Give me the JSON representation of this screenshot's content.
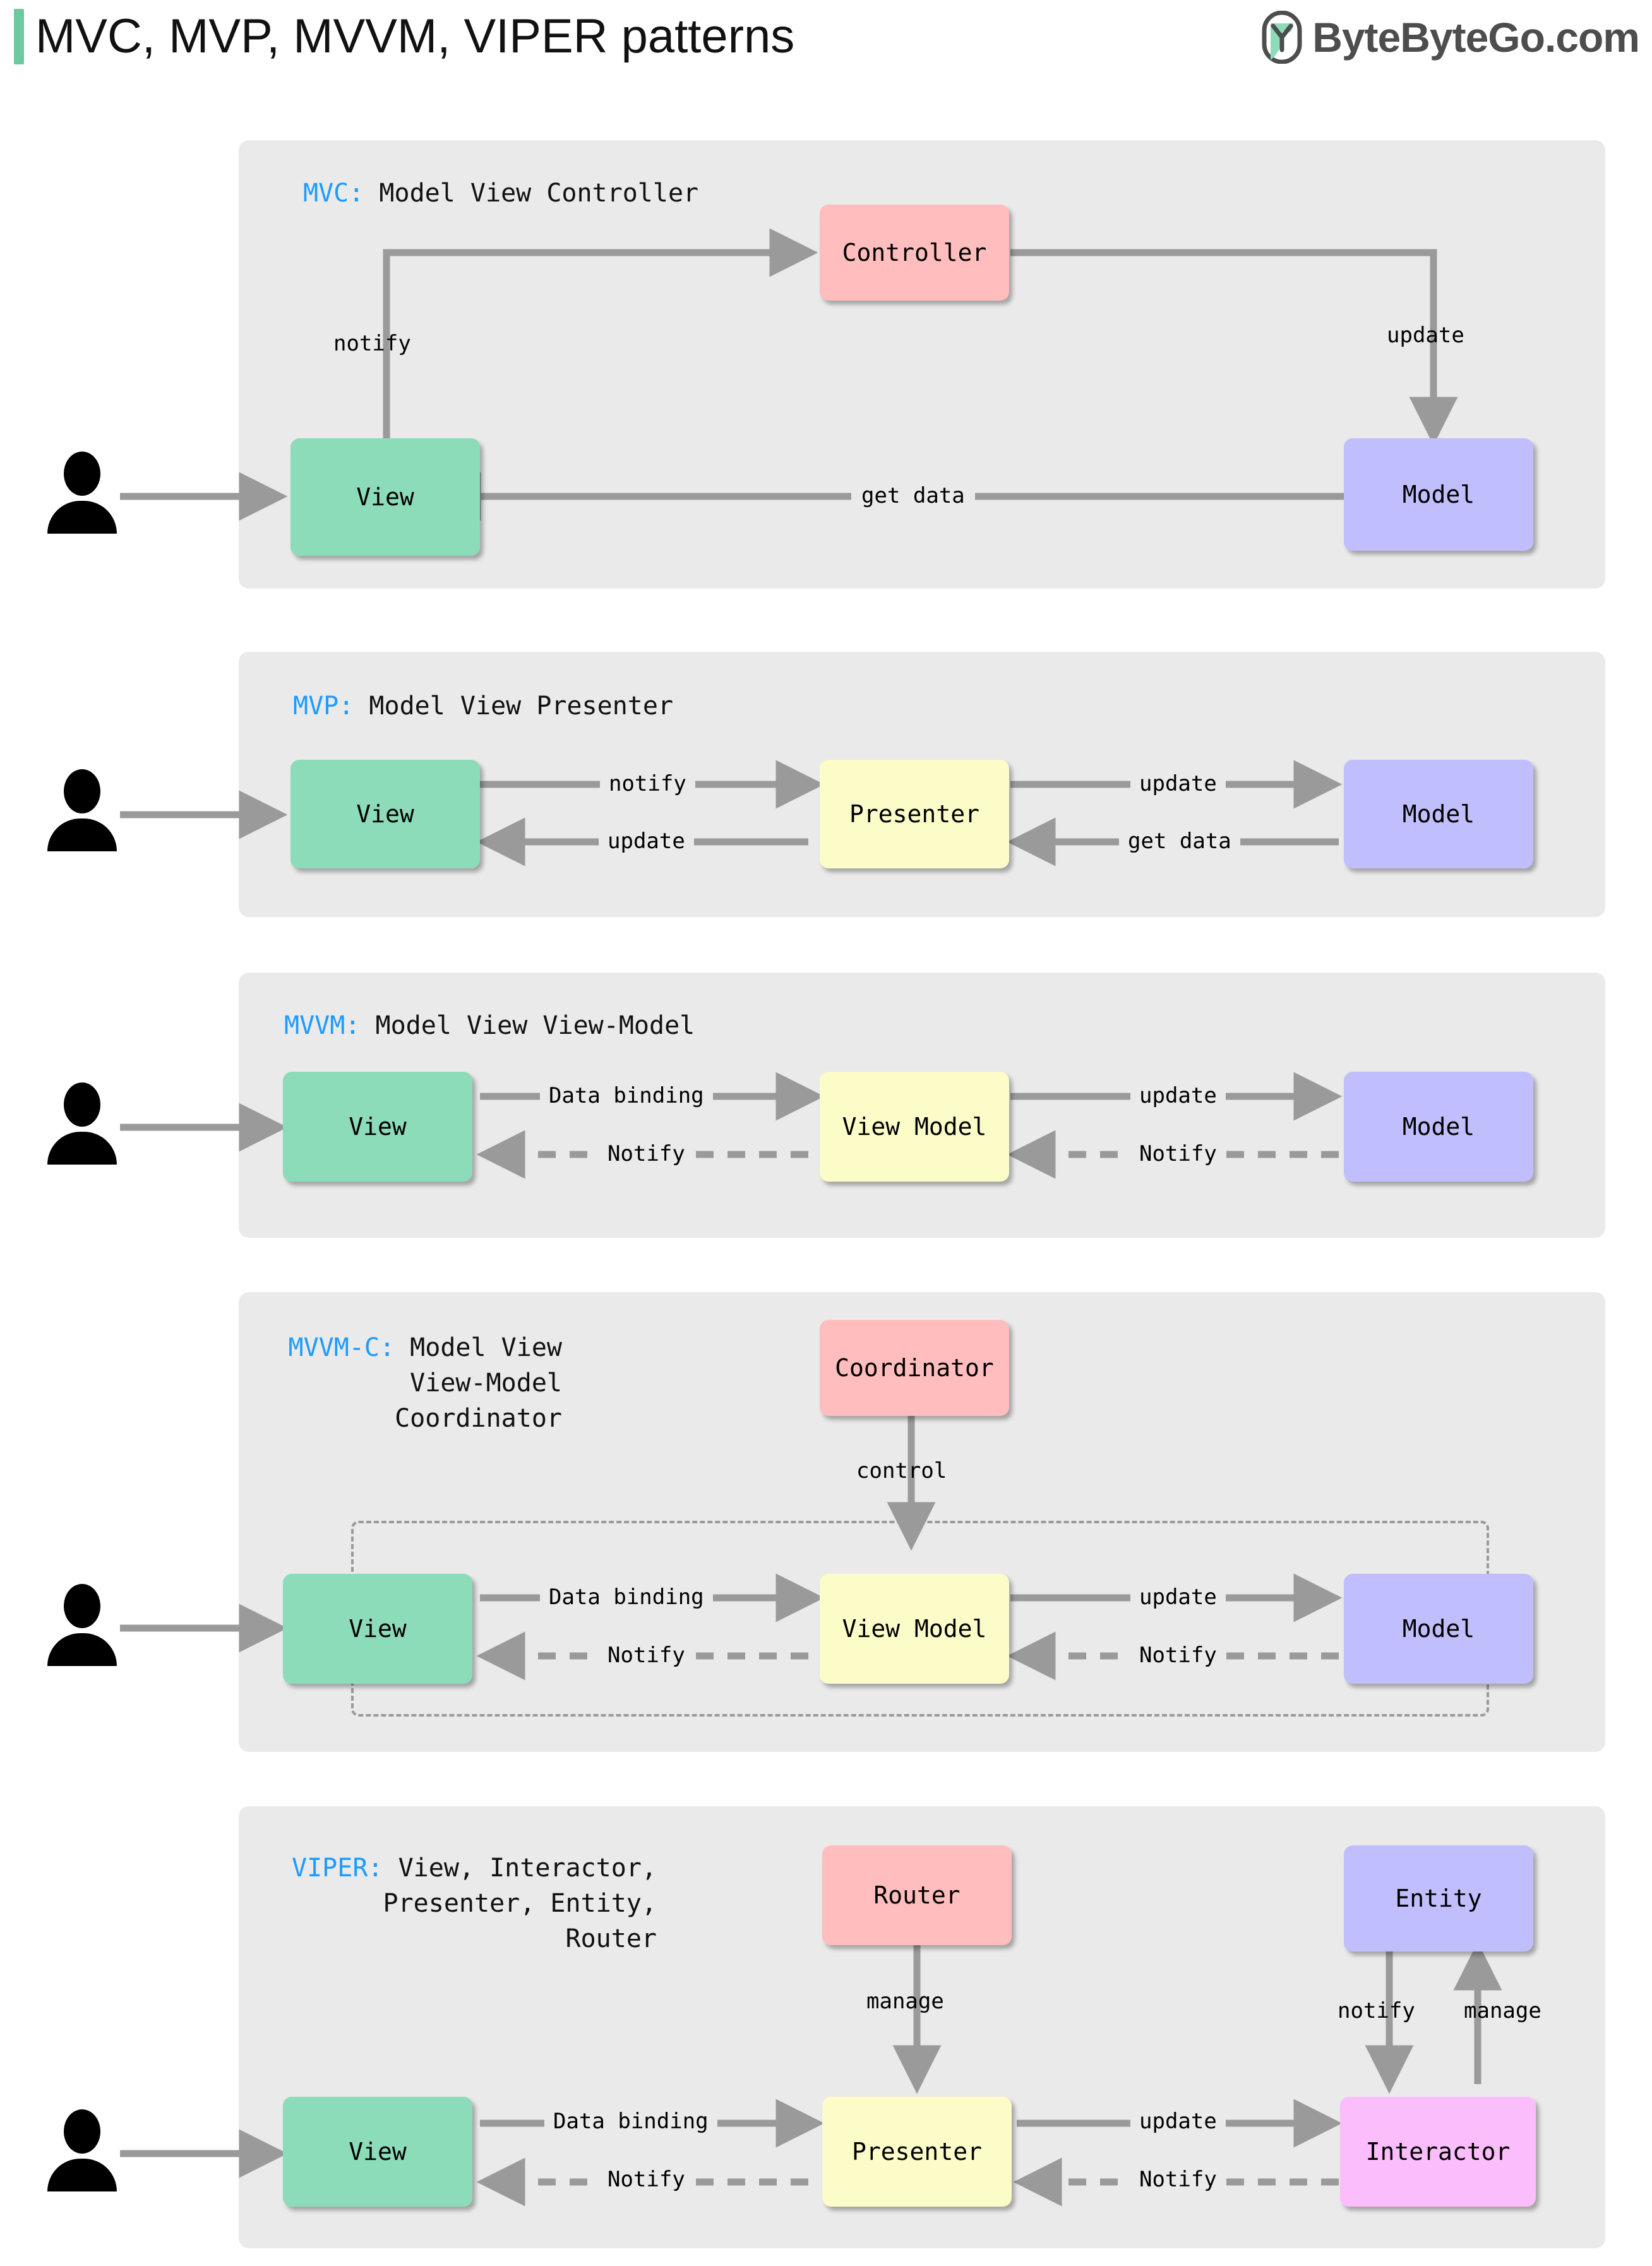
{
  "header": {
    "title": "MVC, MVP, MVVM, VIPER patterns",
    "brand": "ByteByteGo.com",
    "accent_color": "#6ec9a0",
    "title_color": "#111111",
    "brand_color": "#4d4d4d"
  },
  "colors": {
    "panel_bg": "#eaeaea",
    "view": "#8cdcba",
    "model": "#c0befc",
    "controller": "#ffbdbd",
    "presenter": "#fcfcc8",
    "interactor": "#fcbdfc",
    "abbr_blue": "#1e9bff",
    "arrow_gray": "#9a9a9a"
  },
  "patterns": [
    {
      "id": "mvc",
      "abbr": "MVC:",
      "expansion": " Model View Controller",
      "nodes": [
        {
          "name": "View",
          "color": "view"
        },
        {
          "name": "Controller",
          "color": "controller"
        },
        {
          "name": "Model",
          "color": "model"
        }
      ],
      "edges": [
        {
          "label": "notify",
          "from": "View",
          "to": "Controller",
          "style": "solid"
        },
        {
          "label": "update",
          "from": "Controller",
          "to": "Model",
          "style": "solid"
        },
        {
          "label": "get data",
          "from": "Model",
          "to": "View",
          "style": "solid"
        }
      ],
      "has_user": true
    },
    {
      "id": "mvp",
      "abbr": "MVP:",
      "expansion": " Model View Presenter",
      "nodes": [
        {
          "name": "View",
          "color": "view"
        },
        {
          "name": "Presenter",
          "color": "presenter"
        },
        {
          "name": "Model",
          "color": "model"
        }
      ],
      "edges": [
        {
          "label": "notify",
          "from": "View",
          "to": "Presenter",
          "style": "solid"
        },
        {
          "label": "update",
          "from": "Presenter",
          "to": "Model",
          "style": "solid"
        },
        {
          "label": "update",
          "from": "Presenter",
          "to": "View",
          "style": "solid"
        },
        {
          "label": "get data",
          "from": "Model",
          "to": "Presenter",
          "style": "solid"
        }
      ],
      "has_user": true
    },
    {
      "id": "mvvm",
      "abbr": "MVVM:",
      "expansion": " Model View View-Model",
      "nodes": [
        {
          "name": "View",
          "color": "view"
        },
        {
          "name": "View Model",
          "color": "presenter"
        },
        {
          "name": "Model",
          "color": "model"
        }
      ],
      "edges": [
        {
          "label": "Data binding",
          "from": "View",
          "to": "View Model",
          "style": "solid"
        },
        {
          "label": "update",
          "from": "View Model",
          "to": "Model",
          "style": "solid"
        },
        {
          "label": "Notify",
          "from": "View Model",
          "to": "View",
          "style": "dashed"
        },
        {
          "label": "Notify",
          "from": "Model",
          "to": "View Model",
          "style": "dashed"
        }
      ],
      "has_user": true
    },
    {
      "id": "mvvm-c",
      "abbr": "MVVM-C:",
      "expansion": " Model View\nView-Model\nCoordinator",
      "nodes": [
        {
          "name": "Coordinator",
          "color": "controller"
        },
        {
          "name": "View",
          "color": "view"
        },
        {
          "name": "View Model",
          "color": "presenter"
        },
        {
          "name": "Model",
          "color": "model"
        }
      ],
      "edges": [
        {
          "label": "control",
          "from": "Coordinator",
          "to": "View Model",
          "style": "solid"
        },
        {
          "label": "Data binding",
          "from": "View",
          "to": "View Model",
          "style": "solid"
        },
        {
          "label": "update",
          "from": "View Model",
          "to": "Model",
          "style": "solid"
        },
        {
          "label": "Notify",
          "from": "View Model",
          "to": "View",
          "style": "dashed"
        },
        {
          "label": "Notify",
          "from": "Model",
          "to": "View Model",
          "style": "dashed"
        }
      ],
      "has_user": true,
      "has_dashed_group": true
    },
    {
      "id": "viper",
      "abbr": "VIPER:",
      "expansion": " View, Interactor,\nPresenter, Entity,\nRouter",
      "nodes": [
        {
          "name": "Router",
          "color": "controller"
        },
        {
          "name": "Entity",
          "color": "model"
        },
        {
          "name": "View",
          "color": "view"
        },
        {
          "name": "Presenter",
          "color": "presenter"
        },
        {
          "name": "Interactor",
          "color": "interactor"
        }
      ],
      "edges": [
        {
          "label": "manage",
          "from": "Router",
          "to": "Presenter",
          "style": "solid"
        },
        {
          "label": "notify",
          "from": "Entity",
          "to": "Interactor",
          "style": "solid"
        },
        {
          "label": "manage",
          "from": "Interactor",
          "to": "Entity",
          "style": "solid"
        },
        {
          "label": "Data binding",
          "from": "View",
          "to": "Presenter",
          "style": "solid"
        },
        {
          "label": "update",
          "from": "Presenter",
          "to": "Interactor",
          "style": "solid"
        },
        {
          "label": "Notify",
          "from": "Presenter",
          "to": "View",
          "style": "dashed"
        },
        {
          "label": "Notify",
          "from": "Interactor",
          "to": "Presenter",
          "style": "dashed"
        }
      ],
      "has_user": true
    }
  ],
  "labels": {
    "mvc_notify": "notify",
    "mvc_update": "update",
    "mvc_get_data": "get data",
    "mvp_notify": "notify",
    "mvp_update_top": "update",
    "mvp_update_bottom": "update",
    "mvp_get_data": "get data",
    "mvvm_data_binding": "Data binding",
    "mvvm_update": "update",
    "mvvm_notify_left": "Notify",
    "mvvm_notify_right": "Notify",
    "mvvmc_control": "control",
    "mvvmc_data_binding": "Data binding",
    "mvvmc_update": "update",
    "mvvmc_notify_left": "Notify",
    "mvvmc_notify_right": "Notify",
    "viper_manage_router": "manage",
    "viper_notify_entity": "notify",
    "viper_manage_entity": "manage",
    "viper_data_binding": "Data binding",
    "viper_update": "update",
    "viper_notify_left": "Notify",
    "viper_notify_right": "Notify"
  },
  "nodes": {
    "mvc_view": "View",
    "mvc_controller": "Controller",
    "mvc_model": "Model",
    "mvp_view": "View",
    "mvp_presenter": "Presenter",
    "mvp_model": "Model",
    "mvvm_view": "View",
    "mvvm_viewmodel": "View Model",
    "mvvm_model": "Model",
    "mvvmc_coordinator": "Coordinator",
    "mvvmc_view": "View",
    "mvvmc_viewmodel": "View Model",
    "mvvmc_model": "Model",
    "viper_router": "Router",
    "viper_entity": "Entity",
    "viper_view": "View",
    "viper_presenter": "Presenter",
    "viper_interactor": "Interactor"
  }
}
